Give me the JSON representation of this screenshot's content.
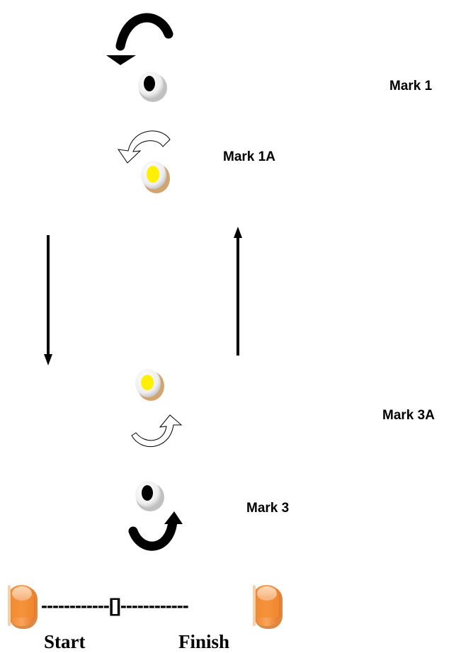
{
  "marks": {
    "mark1": "Mark 1",
    "mark1a": "Mark 1A",
    "mark3a": "Mark 3A",
    "mark3": "Mark 3"
  },
  "start_finish": {
    "line": "------------[]------------",
    "start": "Start",
    "finish": "Finish"
  },
  "colors": {
    "black_marker": "#000000",
    "yellow_marker": "#ffef00",
    "pylon_orange": "#f59a4a"
  },
  "icons": [
    "black-marker-icon",
    "yellow-marker-icon",
    "pylon-icon",
    "curved-arrow-icon",
    "straight-arrow-icon"
  ]
}
